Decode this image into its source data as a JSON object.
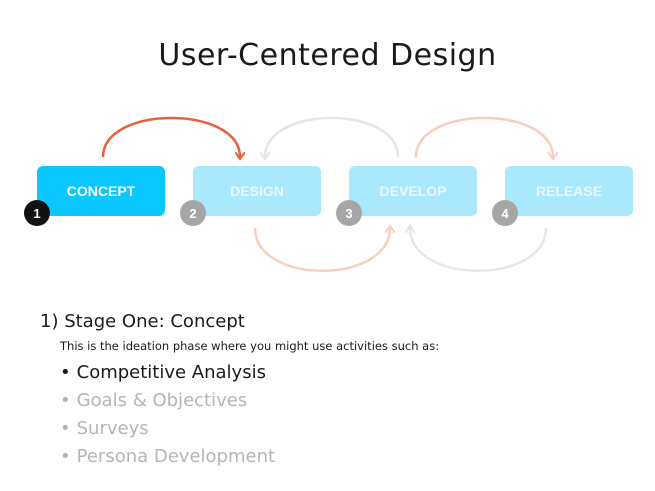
{
  "title": "User-Centered Design",
  "stages": [
    {
      "number": "1",
      "label": "CONCEPT",
      "active": true
    },
    {
      "number": "2",
      "label": "DESIGN",
      "active": false
    },
    {
      "number": "3",
      "label": "DEVELOP",
      "active": false
    },
    {
      "number": "4",
      "label": "RELEASE",
      "active": false
    }
  ],
  "colors": {
    "active_box": "#0ac8ff",
    "inactive_box": "#a9e8fd",
    "arrow_active": "#e8603c",
    "arrow_faded_orange": "#f6cfbf",
    "arrow_faded_gray": "#e6e6e6"
  },
  "detail": {
    "heading": "1) Stage One: Concept",
    "intro": "This is the ideation phase where you might use activities such as:",
    "activities": [
      "Competitive Analysis",
      "Goals & Objectives",
      "Surveys",
      "Persona Development"
    ],
    "bullet": "•"
  }
}
